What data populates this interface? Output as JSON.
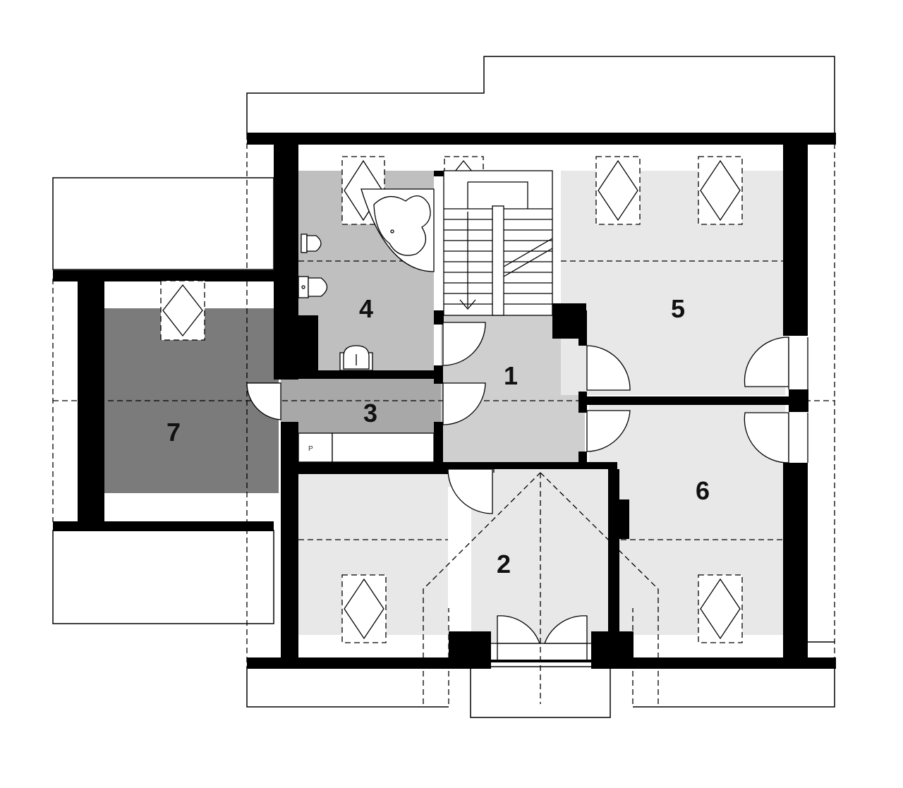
{
  "plan": {
    "rooms": [
      {
        "id": "1",
        "label": "1",
        "fill": "#cfcfcf"
      },
      {
        "id": "2",
        "label": "2",
        "fill": "#e8e8e8"
      },
      {
        "id": "3",
        "label": "3",
        "fill": "#a8a8a8"
      },
      {
        "id": "4",
        "label": "4",
        "fill": "#bfbfbf"
      },
      {
        "id": "5",
        "label": "5",
        "fill": "#e8e8e8"
      },
      {
        "id": "6",
        "label": "6",
        "fill": "#e8e8e8"
      },
      {
        "id": "7",
        "label": "7",
        "fill": "#7b7b7b"
      }
    ],
    "storage_marker": "P",
    "colors": {
      "wall": "#000000",
      "background": "#ffffff"
    }
  }
}
